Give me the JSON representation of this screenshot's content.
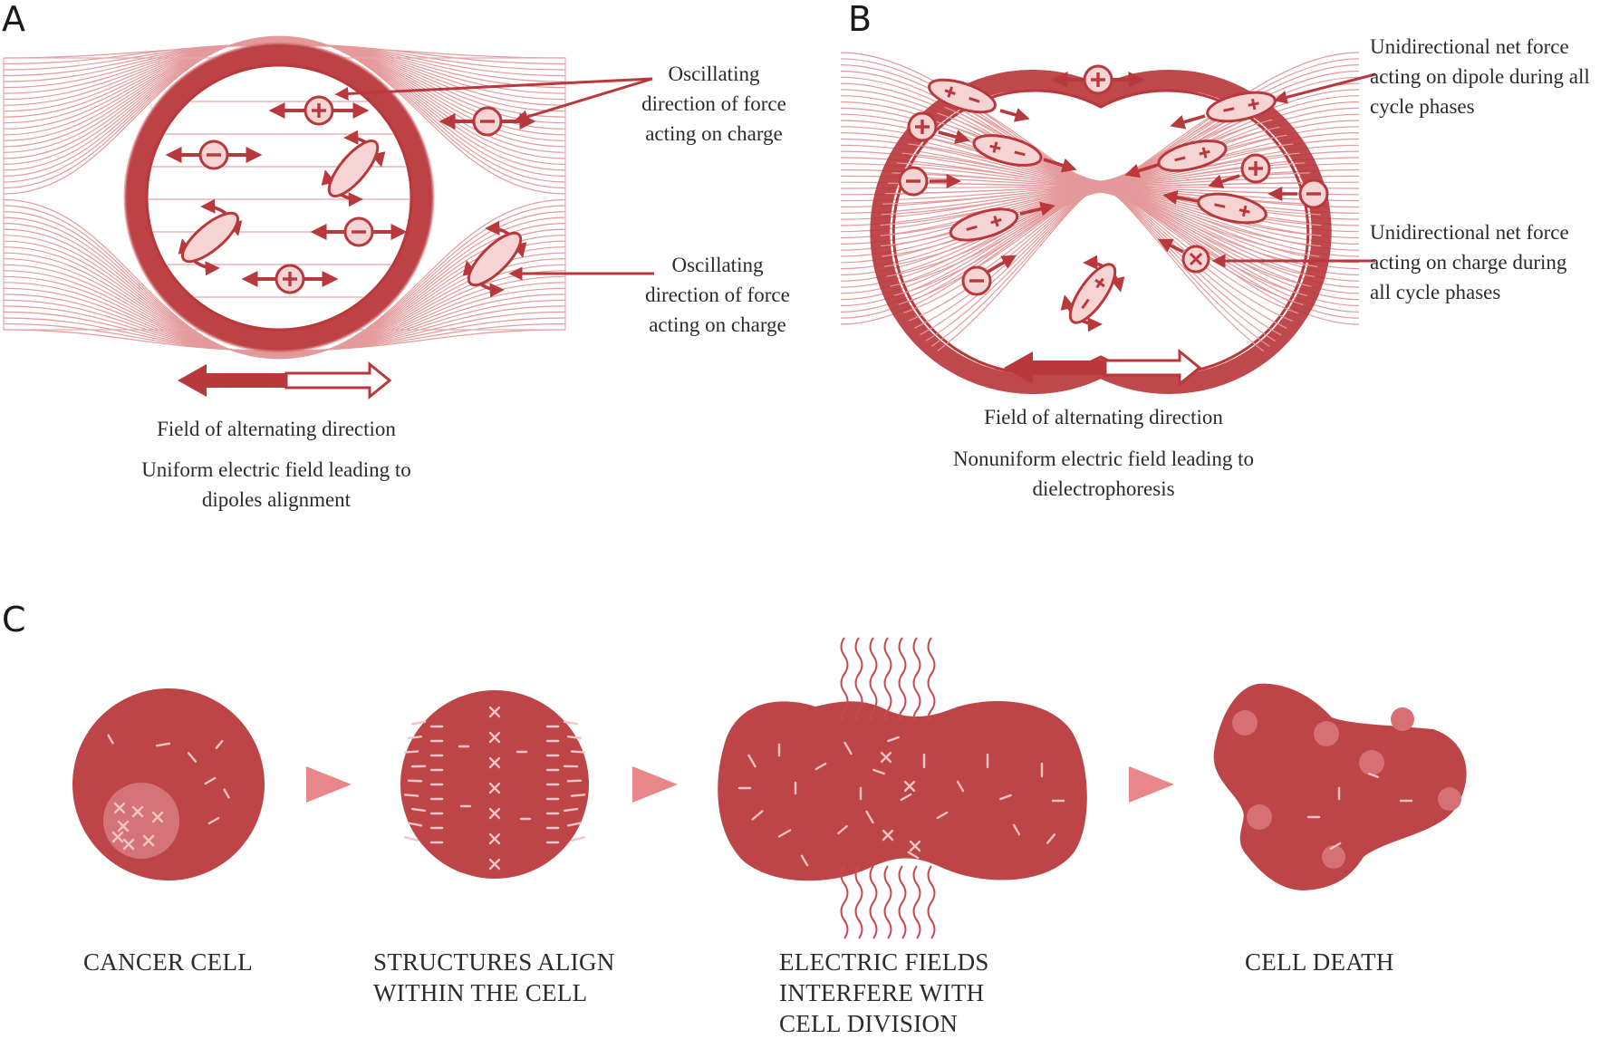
{
  "panels": {
    "a": "A",
    "b": "B",
    "c": "C"
  },
  "panel_a": {
    "callout_top": [
      "Oscillating",
      "direction of force",
      "acting on charge"
    ],
    "callout_bottom": [
      "Oscillating",
      "direction of force",
      "acting on charge"
    ],
    "field_label": "Field of alternating direction",
    "description": [
      "Uniform electric field leading to",
      "dipoles alignment"
    ]
  },
  "panel_b": {
    "callout_top": [
      "Unidirectional net force",
      "acting on dipole during all",
      "cycle phases"
    ],
    "callout_bottom": [
      "Unidirectional net force",
      "acting on charge during",
      "all cycle phases"
    ],
    "field_label": "Field of alternating direction",
    "description": [
      "Nonuniform electric field leading to",
      "dielectrophoresis"
    ]
  },
  "panel_c": {
    "steps": [
      {
        "caption": [
          "CANCER CELL"
        ]
      },
      {
        "caption": [
          "STRUCTURES ALIGN",
          "WITHIN THE CELL"
        ]
      },
      {
        "caption": [
          "ELECTRIC FIELDS",
          "INTERFERE WITH",
          "CELL DIVISION"
        ]
      },
      {
        "caption": [
          "CELL DEATH"
        ]
      }
    ]
  },
  "colors": {
    "primary": "#b8383c",
    "cell_fill": "#bd4548",
    "field_line": "#e49a9b",
    "light_fill": "#f7d4d4",
    "arrow_marker": "#e8878a"
  },
  "icons": [
    "plus-charge-icon",
    "minus-charge-icon",
    "dipole-icon",
    "double-arrow-icon",
    "curved-arrow-icon",
    "step-arrow-icon"
  ]
}
